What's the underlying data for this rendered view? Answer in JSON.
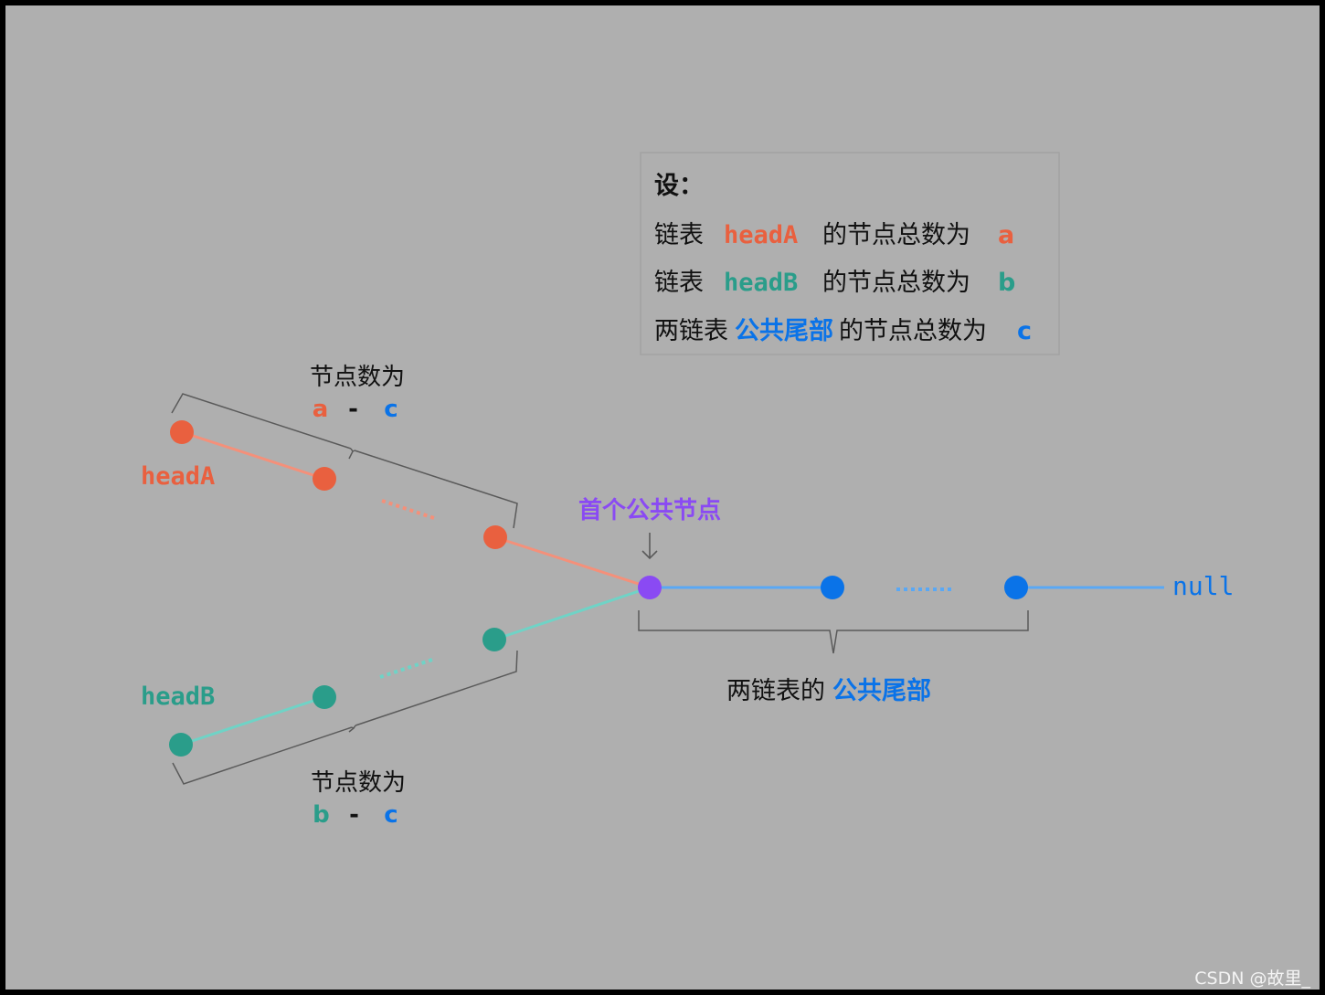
{
  "legend": {
    "title": "设：",
    "line1": {
      "prefix": "链表",
      "name": "headA",
      "middle": "的节点总数为",
      "var": "a"
    },
    "line2": {
      "prefix": "链表",
      "name": "headB",
      "middle": "的节点总数为",
      "var": "b"
    },
    "line3": {
      "prefix": "两链表",
      "highlight": "公共尾部",
      "middle": "的节点总数为",
      "var": "c"
    }
  },
  "labels": {
    "headA": "headA",
    "headB": "headB",
    "first_common": "首个公共节点",
    "null": "null",
    "tail_prefix": "两链表的",
    "tail_highlight": "公共尾部",
    "top_brace_title": "节点数为",
    "top_brace_a": "a",
    "top_brace_minus": "-",
    "top_brace_c": "c",
    "bottom_brace_title": "节点数为",
    "bottom_brace_b": "b",
    "bottom_brace_minus": "-",
    "bottom_brace_c": "c",
    "watermark": "CSDN @故里_"
  },
  "colors": {
    "background": "#afafaf",
    "frame": "#000000",
    "listA": "#e9603f",
    "listA_line": "#f4907a",
    "listB": "#2a9d8a",
    "listB_line": "#6fd3c6",
    "common": "#8a4af3",
    "tail": "#0a73e8",
    "tail_line": "#59a8f5",
    "text": "#111111",
    "brace": "#5a5a5a"
  }
}
